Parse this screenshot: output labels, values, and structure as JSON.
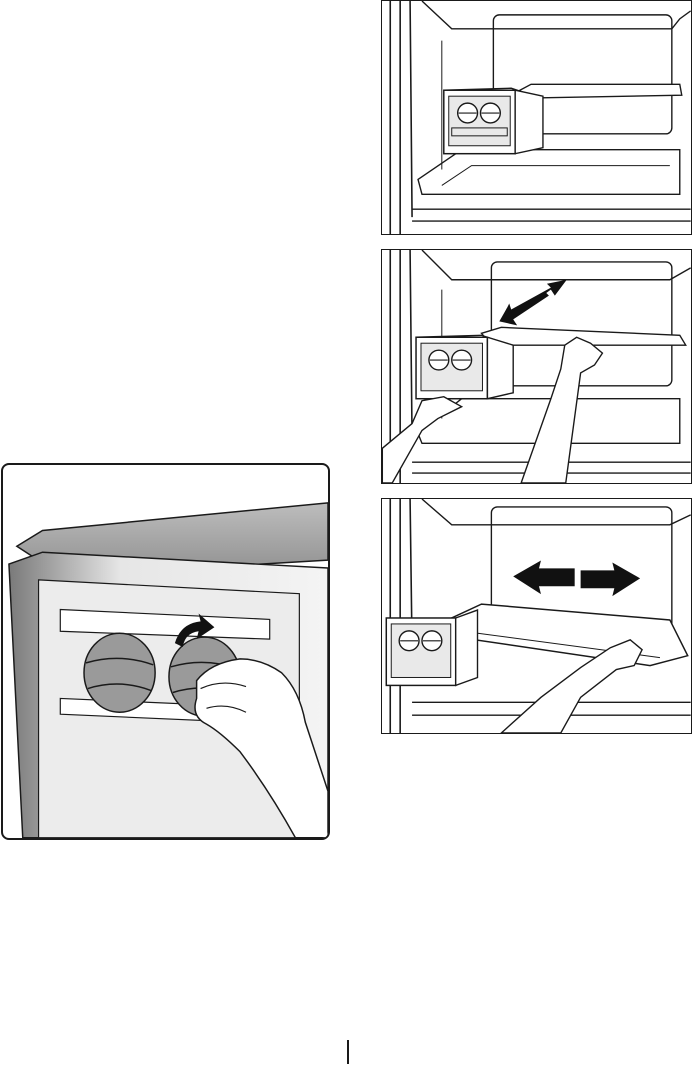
{
  "page": {
    "figures": [
      {
        "id": "fig-top",
        "depicts": "fridge-shelf-with-crisper-box-icon"
      },
      {
        "id": "fig-middle",
        "depicts": "hands-sliding-shelf-diagonal-arrows-icon"
      },
      {
        "id": "fig-bottom",
        "depicts": "hand-pulling-shelf-horizontal-arrows-icon"
      },
      {
        "id": "fig-knob",
        "depicts": "hand-turning-humidity-dial-icon"
      }
    ],
    "colors": {
      "line": "#1a1a1a",
      "panel_grey": "#d9d9d9",
      "shadow_grey": "#8a8a8a",
      "arrow": "#111111"
    }
  }
}
